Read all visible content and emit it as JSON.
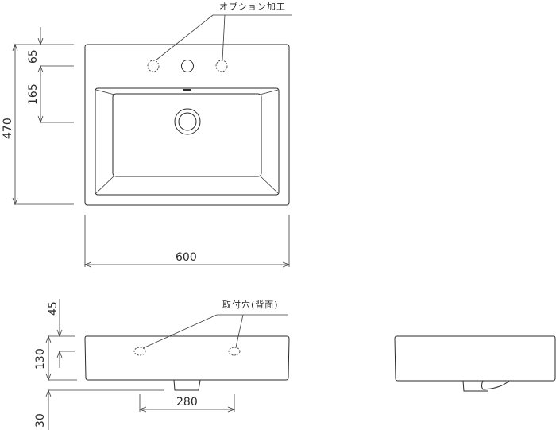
{
  "top_view": {
    "option_label": "オプション加工",
    "dim_overall_depth": "470",
    "dim_top_offset": "65",
    "dim_bowl_offset": "165",
    "dim_width": "600"
  },
  "front_view": {
    "mount_label": "取付穴(背面)",
    "dim_top": "45",
    "dim_height": "130",
    "dim_bottom": "30",
    "dim_hole_spacing": "280"
  },
  "side_view": {}
}
